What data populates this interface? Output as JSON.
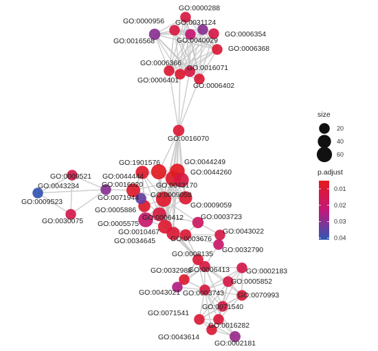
{
  "graph": {
    "nodes": [
      {
        "id": "GO:0000288",
        "size": 20,
        "p": 0.012
      },
      {
        "id": "GO:0000956",
        "size": 20,
        "p": 0.012
      },
      {
        "id": "GO:0031124",
        "size": 20,
        "p": 0.03
      },
      {
        "id": "GO:0006354",
        "size": 20,
        "p": 0.013
      },
      {
        "id": "GO:0016568",
        "size": 25,
        "p": 0.03
      },
      {
        "id": "GO:0040029",
        "size": 20,
        "p": 0.022
      },
      {
        "id": "GO:0006368",
        "size": 20,
        "p": 0.01
      },
      {
        "id": "GO:0006366",
        "size": 20,
        "p": 0.01
      },
      {
        "id": "GO:0016071",
        "size": 22,
        "p": 0.012
      },
      {
        "id": "GO:0006401",
        "size": 20,
        "p": 0.009
      },
      {
        "id": "GO:0006402",
        "size": 20,
        "p": 0.01
      },
      {
        "id": "GO:0016070",
        "size": 25,
        "p": 0.01
      },
      {
        "id": "GO:1901576",
        "size": 60,
        "p": 0.006
      },
      {
        "id": "GO:0044249",
        "size": 55,
        "p": 0.006
      },
      {
        "id": "GO:0044260",
        "size": 60,
        "p": 0.008
      },
      {
        "id": "GO:0044444",
        "size": 40,
        "p": 0.008
      },
      {
        "id": "GO:0043170",
        "size": 55,
        "p": 0.012
      },
      {
        "id": "GO:0016020",
        "size": 45,
        "p": 0.008
      },
      {
        "id": "GO:0071944",
        "size": 22,
        "p": 0.034
      },
      {
        "id": "GO:0009058",
        "size": 60,
        "p": 0.008
      },
      {
        "id": "GO:0009059",
        "size": 40,
        "p": 0.009
      },
      {
        "id": "GO:0005886",
        "size": 30,
        "p": 0.008
      },
      {
        "id": "GO:0006412",
        "size": 45,
        "p": 0.012
      },
      {
        "id": "GO:0005575",
        "size": 55,
        "p": 0.02
      },
      {
        "id": "GO:0003723",
        "size": 25,
        "p": 0.018
      },
      {
        "id": "GO:0010467",
        "size": 45,
        "p": 0.009
      },
      {
        "id": "GO:0034645",
        "size": 40,
        "p": 0.01
      },
      {
        "id": "GO:0003676",
        "size": 25,
        "p": 0.01
      },
      {
        "id": "GO:0043022",
        "size": 20,
        "p": 0.013
      },
      {
        "id": "GO:0032790",
        "size": 20,
        "p": 0.02
      },
      {
        "id": "GO:0008135",
        "size": 22,
        "p": 0.01
      },
      {
        "id": "GO:0006413",
        "size": 22,
        "p": 0.012
      },
      {
        "id": "GO:0002183",
        "size": 20,
        "p": 0.014
      },
      {
        "id": "GO:0032988",
        "size": 20,
        "p": 0.009
      },
      {
        "id": "GO:0005852",
        "size": 20,
        "p": 0.013
      },
      {
        "id": "GO:0043021",
        "size": 20,
        "p": 0.025
      },
      {
        "id": "GO:0003743",
        "size": 20,
        "p": 0.012
      },
      {
        "id": "GO:0070993",
        "size": 20,
        "p": 0.011
      },
      {
        "id": "GO:0071540",
        "size": 20,
        "p": 0.013
      },
      {
        "id": "GO:0071541",
        "size": 20,
        "p": 0.01
      },
      {
        "id": "GO:0016282",
        "size": 20,
        "p": 0.011
      },
      {
        "id": "GO:0043614",
        "size": 20,
        "p": 0.01
      },
      {
        "id": "GO:0002181",
        "size": 22,
        "p": 0.028
      },
      {
        "id": "GO:0009521",
        "size": 20,
        "p": 0.014
      },
      {
        "id": "GO:0043234",
        "size": 20,
        "p": 0.03
      },
      {
        "id": "GO:0009523",
        "size": 20,
        "p": 0.04
      },
      {
        "id": "GO:0030075",
        "size": 20,
        "p": 0.014
      }
    ],
    "edges": [
      [
        "GO:0000288",
        "GO:0000956"
      ],
      [
        "GO:0000288",
        "GO:0031124"
      ],
      [
        "GO:0000288",
        "GO:0006354"
      ],
      [
        "GO:0000288",
        "GO:0040029"
      ],
      [
        "GO:0000288",
        "GO:0016568"
      ],
      [
        "GO:0000288",
        "GO:0006368"
      ],
      [
        "GO:0000956",
        "GO:0031124"
      ],
      [
        "GO:0000956",
        "GO:0016568"
      ],
      [
        "GO:0000956",
        "GO:0040029"
      ],
      [
        "GO:0000956",
        "GO:0006354"
      ],
      [
        "GO:0000956",
        "GO:0006368"
      ],
      [
        "GO:0031124",
        "GO:0006354"
      ],
      [
        "GO:0031124",
        "GO:0040029"
      ],
      [
        "GO:0031124",
        "GO:0016568"
      ],
      [
        "GO:0031124",
        "GO:0006368"
      ],
      [
        "GO:0006354",
        "GO:0040029"
      ],
      [
        "GO:0006354",
        "GO:0006368"
      ],
      [
        "GO:0016568",
        "GO:0040029"
      ],
      [
        "GO:0016568",
        "GO:0006368"
      ],
      [
        "GO:0040029",
        "GO:0006368"
      ],
      [
        "GO:0000956",
        "GO:0006366"
      ],
      [
        "GO:0000956",
        "GO:0016071"
      ],
      [
        "GO:0000956",
        "GO:0006401"
      ],
      [
        "GO:0000956",
        "GO:0006402"
      ],
      [
        "GO:0031124",
        "GO:0006366"
      ],
      [
        "GO:0031124",
        "GO:0016071"
      ],
      [
        "GO:0031124",
        "GO:0006401"
      ],
      [
        "GO:0031124",
        "GO:0006402"
      ],
      [
        "GO:0016568",
        "GO:0006366"
      ],
      [
        "GO:0016568",
        "GO:0016071"
      ],
      [
        "GO:0016568",
        "GO:0006401"
      ],
      [
        "GO:0016568",
        "GO:0006402"
      ],
      [
        "GO:0040029",
        "GO:0006366"
      ],
      [
        "GO:0040029",
        "GO:0016071"
      ],
      [
        "GO:0040029",
        "GO:0006401"
      ],
      [
        "GO:0040029",
        "GO:0006402"
      ],
      [
        "GO:0006354",
        "GO:0006366"
      ],
      [
        "GO:0006354",
        "GO:0016071"
      ],
      [
        "GO:0006354",
        "GO:0006401"
      ],
      [
        "GO:0006354",
        "GO:0006402"
      ],
      [
        "GO:0006368",
        "GO:0006366"
      ],
      [
        "GO:0006368",
        "GO:0016071"
      ],
      [
        "GO:0006368",
        "GO:0006401"
      ],
      [
        "GO:0006368",
        "GO:0006402"
      ],
      [
        "GO:0000288",
        "GO:0006366"
      ],
      [
        "GO:0000288",
        "GO:0016071"
      ],
      [
        "GO:0000288",
        "GO:0006401"
      ],
      [
        "GO:0000288",
        "GO:0006402"
      ],
      [
        "GO:0006366",
        "GO:0016071"
      ],
      [
        "GO:0006366",
        "GO:0006401"
      ],
      [
        "GO:0006366",
        "GO:0006402"
      ],
      [
        "GO:0016071",
        "GO:0006401"
      ],
      [
        "GO:0016071",
        "GO:0006402"
      ],
      [
        "GO:0006401",
        "GO:0006402"
      ],
      [
        "GO:0006366",
        "GO:0016070"
      ],
      [
        "GO:0016071",
        "GO:0016070"
      ],
      [
        "GO:0006401",
        "GO:0016070"
      ],
      [
        "GO:0006402",
        "GO:0016070"
      ],
      [
        "GO:0016070",
        "GO:1901576"
      ],
      [
        "GO:0016070",
        "GO:0044249"
      ],
      [
        "GO:0016070",
        "GO:0044260"
      ],
      [
        "GO:0016070",
        "GO:0043170"
      ],
      [
        "GO:0016070",
        "GO:0009058"
      ],
      [
        "GO:0016070",
        "GO:0006412"
      ],
      [
        "GO:0016070",
        "GO:0010467"
      ],
      [
        "GO:0016070",
        "GO:0034645"
      ],
      [
        "GO:0016070",
        "GO:0009059"
      ],
      [
        "GO:1901576",
        "GO:0044249"
      ],
      [
        "GO:1901576",
        "GO:0044260"
      ],
      [
        "GO:1901576",
        "GO:0043170"
      ],
      [
        "GO:1901576",
        "GO:0009058"
      ],
      [
        "GO:1901576",
        "GO:0006412"
      ],
      [
        "GO:1901576",
        "GO:0010467"
      ],
      [
        "GO:1901576",
        "GO:0034645"
      ],
      [
        "GO:1901576",
        "GO:0009059"
      ],
      [
        "GO:0044249",
        "GO:0044260"
      ],
      [
        "GO:0044249",
        "GO:0043170"
      ],
      [
        "GO:0044249",
        "GO:0009058"
      ],
      [
        "GO:0044249",
        "GO:0006412"
      ],
      [
        "GO:0044249",
        "GO:0010467"
      ],
      [
        "GO:0044249",
        "GO:0034645"
      ],
      [
        "GO:0044260",
        "GO:0043170"
      ],
      [
        "GO:0044260",
        "GO:0009058"
      ],
      [
        "GO:0044260",
        "GO:0006412"
      ],
      [
        "GO:0044260",
        "GO:0010467"
      ],
      [
        "GO:0044260",
        "GO:0034645"
      ],
      [
        "GO:0044260",
        "GO:0009059"
      ],
      [
        "GO:0043170",
        "GO:0009058"
      ],
      [
        "GO:0043170",
        "GO:0006412"
      ],
      [
        "GO:0043170",
        "GO:0009059"
      ],
      [
        "GO:0043170",
        "GO:0010467"
      ],
      [
        "GO:0009058",
        "GO:0006412"
      ],
      [
        "GO:0009058",
        "GO:0009059"
      ],
      [
        "GO:0009058",
        "GO:0010467"
      ],
      [
        "GO:0009058",
        "GO:0034645"
      ],
      [
        "GO:0006412",
        "GO:0010467"
      ],
      [
        "GO:0006412",
        "GO:0034645"
      ],
      [
        "GO:0006412",
        "GO:0009059"
      ],
      [
        "GO:0010467",
        "GO:0034645"
      ],
      [
        "GO:0044444",
        "GO:0016020"
      ],
      [
        "GO:0044444",
        "GO:0005886"
      ],
      [
        "GO:0044444",
        "GO:0005575"
      ],
      [
        "GO:0044444",
        "GO:0009058"
      ],
      [
        "GO:0044444",
        "GO:0006412"
      ],
      [
        "GO:0044444",
        "GO:1901576"
      ],
      [
        "GO:0044444",
        "GO:0043170"
      ],
      [
        "GO:0016020",
        "GO:0005886"
      ],
      [
        "GO:0016020",
        "GO:0005575"
      ],
      [
        "GO:0016020",
        "GO:0071944"
      ],
      [
        "GO:0016020",
        "GO:0009058"
      ],
      [
        "GO:0016020",
        "GO:0006412"
      ],
      [
        "GO:0016020",
        "GO:0043170"
      ],
      [
        "GO:0071944",
        "GO:0005886"
      ],
      [
        "GO:0071944",
        "GO:0005575"
      ],
      [
        "GO:0005886",
        "GO:0005575"
      ],
      [
        "GO:0005886",
        "GO:0009058"
      ],
      [
        "GO:0005575",
        "GO:0009058"
      ],
      [
        "GO:0005575",
        "GO:0006412"
      ],
      [
        "GO:0005575",
        "GO:0010467"
      ],
      [
        "GO:0043234",
        "GO:0016020"
      ],
      [
        "GO:0043234",
        "GO:0009521"
      ],
      [
        "GO:0043234",
        "GO:0009523"
      ],
      [
        "GO:0043234",
        "GO:0030075"
      ],
      [
        "GO:0009521",
        "GO:0009523"
      ],
      [
        "GO:0009521",
        "GO:0030075"
      ],
      [
        "GO:0009523",
        "GO:0030075"
      ],
      [
        "GO:0006412",
        "GO:0003723"
      ],
      [
        "GO:0006412",
        "GO:0003676"
      ],
      [
        "GO:0010467",
        "GO:0003676"
      ],
      [
        "GO:0034645",
        "GO:0003676"
      ],
      [
        "GO:0009058",
        "GO:0003723"
      ],
      [
        "GO:0003723",
        "GO:0003676"
      ],
      [
        "GO:0006412",
        "GO:0008135"
      ],
      [
        "GO:0006412",
        "GO:0006413"
      ],
      [
        "GO:0034645",
        "GO:0008135"
      ],
      [
        "GO:0010467",
        "GO:0008135"
      ],
      [
        "GO:0003676",
        "GO:0008135"
      ],
      [
        "GO:0003676",
        "GO:0043022"
      ],
      [
        "GO:0003723",
        "GO:0043022"
      ],
      [
        "GO:0043022",
        "GO:0032790"
      ],
      [
        "GO:0003676",
        "GO:0032790"
      ],
      [
        "GO:0008135",
        "GO:0006413"
      ],
      [
        "GO:0008135",
        "GO:0003743"
      ],
      [
        "GO:0008135",
        "GO:0032988"
      ],
      [
        "GO:0008135",
        "GO:0043021"
      ],
      [
        "GO:0006413",
        "GO:0002183"
      ],
      [
        "GO:0006413",
        "GO:0005852"
      ],
      [
        "GO:0006413",
        "GO:0003743"
      ],
      [
        "GO:0006413",
        "GO:0070993"
      ],
      [
        "GO:0006413",
        "GO:0071540"
      ],
      [
        "GO:0006413",
        "GO:0032988"
      ],
      [
        "GO:0006413",
        "GO:0043021"
      ],
      [
        "GO:0002183",
        "GO:0005852"
      ],
      [
        "GO:0002183",
        "GO:0070993"
      ],
      [
        "GO:0002183",
        "GO:0071540"
      ],
      [
        "GO:0002183",
        "GO:0003743"
      ],
      [
        "GO:0005852",
        "GO:0070993"
      ],
      [
        "GO:0005852",
        "GO:0071540"
      ],
      [
        "GO:0005852",
        "GO:0003743"
      ],
      [
        "GO:0005852",
        "GO:0016282"
      ],
      [
        "GO:0005852",
        "GO:0071541"
      ],
      [
        "GO:0003743",
        "GO:0070993"
      ],
      [
        "GO:0003743",
        "GO:0071540"
      ],
      [
        "GO:0003743",
        "GO:0016282"
      ],
      [
        "GO:0003743",
        "GO:0071541"
      ],
      [
        "GO:0003743",
        "GO:0043614"
      ],
      [
        "GO:0003743",
        "GO:0002181"
      ],
      [
        "GO:0070993",
        "GO:0071540"
      ],
      [
        "GO:0070993",
        "GO:0016282"
      ],
      [
        "GO:0070993",
        "GO:0071541"
      ],
      [
        "GO:0071540",
        "GO:0016282"
      ],
      [
        "GO:0071540",
        "GO:0071541"
      ],
      [
        "GO:0071540",
        "GO:0043614"
      ],
      [
        "GO:0071541",
        "GO:0016282"
      ],
      [
        "GO:0071541",
        "GO:0043614"
      ],
      [
        "GO:0016282",
        "GO:0043614"
      ],
      [
        "GO:0016282",
        "GO:0002181"
      ],
      [
        "GO:0043614",
        "GO:0002181"
      ],
      [
        "GO:0071541",
        "GO:0002181"
      ],
      [
        "GO:0032988",
        "GO:0043021"
      ],
      [
        "GO:0032988",
        "GO:0003743"
      ],
      [
        "GO:0043021",
        "GO:0003743"
      ],
      [
        "GO:0032790",
        "GO:0006413"
      ]
    ]
  },
  "legend": {
    "size_title": "size",
    "size_breaks": [
      20,
      40,
      60
    ],
    "color_title": "p.adjust",
    "color_breaks": [
      0.01,
      0.02,
      0.03,
      0.04
    ],
    "color_breaks_labels": [
      "0.01",
      "0.02",
      "0.03",
      "0.04"
    ],
    "color_low": "#e41a1c",
    "color_mid": "#c2187a",
    "color_high": "#2c58b5",
    "p_range": [
      0.005,
      0.041
    ]
  },
  "edge_color": "#c8c8c8"
}
